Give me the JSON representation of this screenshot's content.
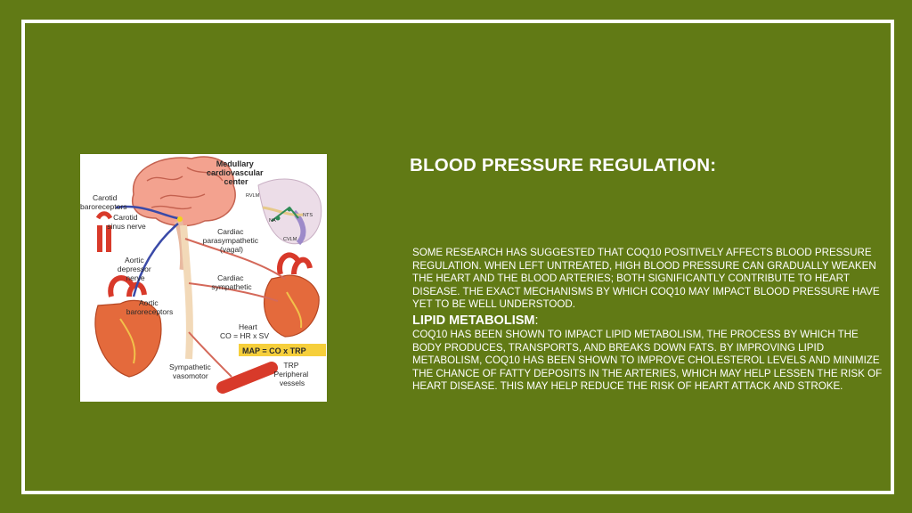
{
  "slide": {
    "title": "BLOOD PRESSURE REGULATION:",
    "paragraph1": "SOME RESEARCH HAS SUGGESTED THAT COQ10 POSITIVELY AFFECTS BLOOD PRESSURE REGULATION. WHEN LEFT UNTREATED, HIGH BLOOD PRESSURE CAN GRADUALLY WEAKEN THE HEART AND THE BLOOD ARTERIES; BOTH SIGNIFICANTLY CONTRIBUTE TO HEART DISEASE. THE EXACT MECHANISMS BY WHICH COQ10 MAY IMPACT BLOOD PRESSURE HAVE YET TO BE WELL UNDERSTOOD.",
    "subheading": "LIPID METABOLISM",
    "subheading_suffix": ":",
    "paragraph2": "COQ10 HAS BEEN SHOWN TO IMPACT LIPID METABOLISM, THE PROCESS BY WHICH THE BODY PRODUCES, TRANSPORTS, AND BREAKS DOWN FATS. BY IMPROVING LIPID METABOLISM, COQ10 HAS BEEN SHOWN TO IMPROVE CHOLESTEROL LEVELS AND MINIMIZE THE CHANCE OF FATTY DEPOSITS IN THE ARTERIES, WHICH MAY HELP LESSEN THE RISK OF HEART DISEASE. THIS MAY HELP REDUCE THE RISK OF HEART ATTACK AND STROKE."
  },
  "colors": {
    "background": "#617a15",
    "frame": "#ffffff",
    "text": "#ffffff"
  },
  "figure": {
    "medullary": [
      "Medullary",
      "cardiovascular",
      "center"
    ],
    "carotid_baroreceptors": [
      "Carotid",
      "baroreceptors"
    ],
    "carotid_sinus_nerve": [
      "Carotid",
      "sinus nerve"
    ],
    "aortic_depressor_nerve": [
      "Aortic",
      "depressor",
      "nerve"
    ],
    "aortic_baroreceptors": [
      "Aortic",
      "baroreceptors"
    ],
    "cardiac_parasympathetic": [
      "Cardiac",
      "parasympathetic",
      "(vagal)"
    ],
    "cardiac_sympathetic": [
      "Cardiac",
      "sympathetic"
    ],
    "heart_formula": [
      "Heart",
      "CO = HR x SV"
    ],
    "map_formula": "MAP = CO x TRP",
    "sympathetic_vasomotor": [
      "Sympathetic",
      "vasomotor"
    ],
    "trp_vessels": [
      "TRP",
      "Peripheral",
      "vessels"
    ],
    "rvlm": "RVLM",
    "nts": "NTS",
    "na": "NA",
    "cvlm": "CVLM"
  }
}
